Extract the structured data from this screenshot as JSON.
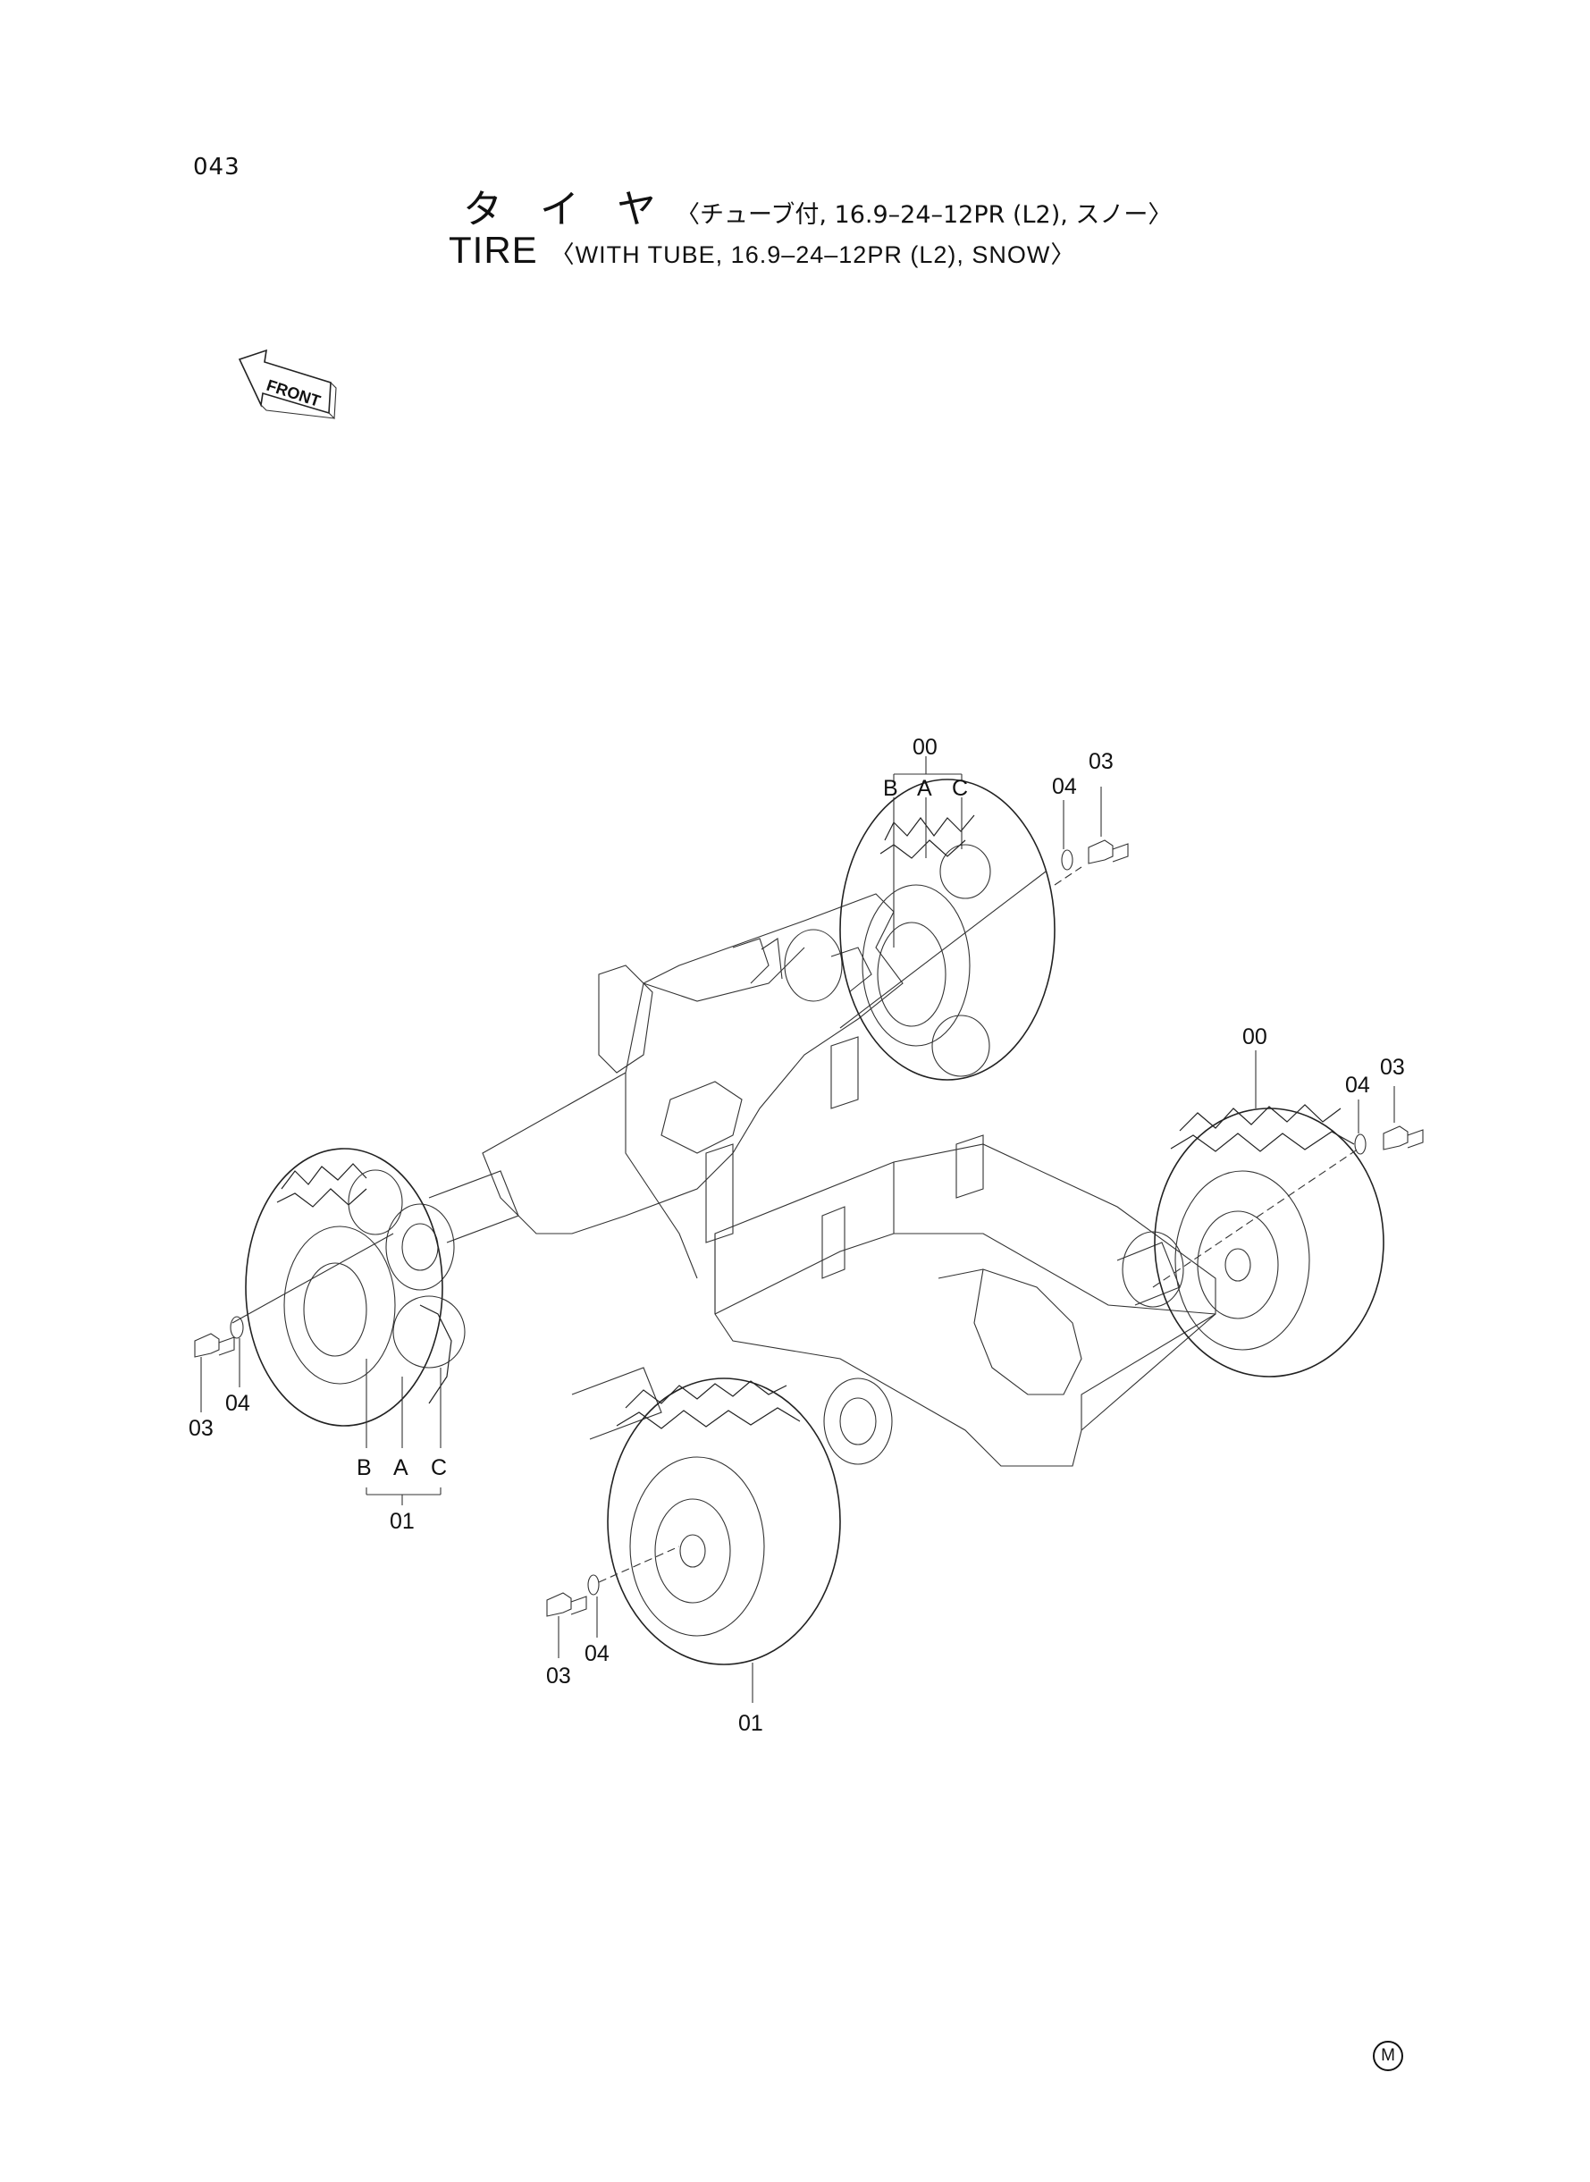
{
  "page_number": "043",
  "title": {
    "jp_main": "タ イ ヤ",
    "jp_sub": "〈チューブ付, 16.9–24–12PR (L2), スノー〉",
    "en_main": "TIRE",
    "en_sub": "〈WITH TUBE, 16.9–24–12PR (L2), SNOW〉"
  },
  "front_arrow_label": "FRONT",
  "callouts": {
    "rear_right": {
      "assembly": "00",
      "b": "B",
      "a": "A",
      "c": "C",
      "washer": "04",
      "bolt": "03"
    },
    "front_right": {
      "assembly": "00",
      "washer": "04",
      "bolt": "03"
    },
    "rear_left": {
      "assembly": "01",
      "b": "B",
      "a": "A",
      "c": "C",
      "washer": "04",
      "bolt": "03"
    },
    "front_left": {
      "assembly": "01",
      "washer": "04",
      "bolt": "03"
    }
  },
  "corner_mark": "M"
}
